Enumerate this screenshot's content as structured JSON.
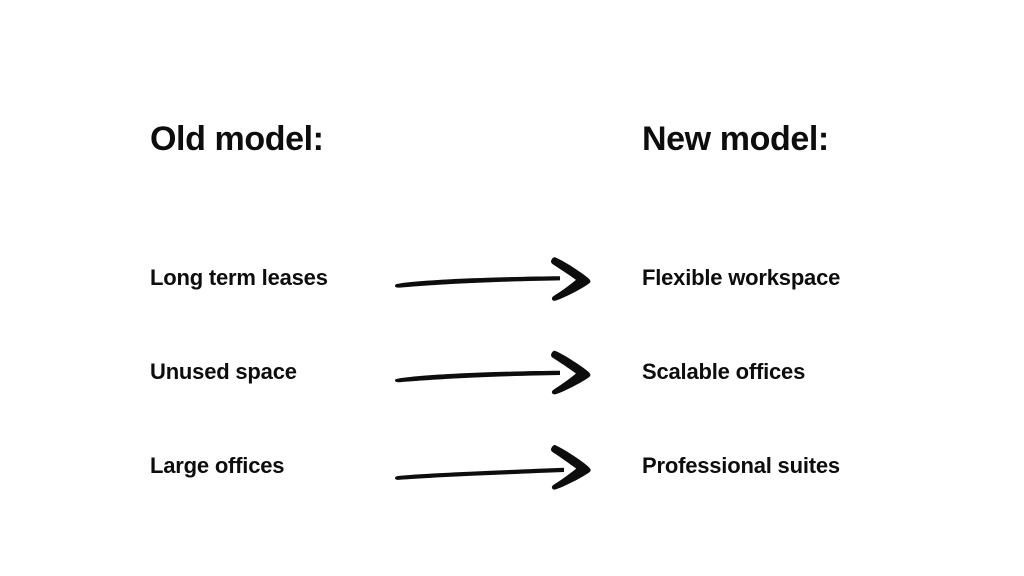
{
  "slide": {
    "background_color": "#ffffff",
    "ink_color": "#0d0d0d",
    "headings": {
      "old": "Old model:",
      "new": "New model:"
    },
    "rows": [
      {
        "old": "Long term leases",
        "new": "Flexible workspace",
        "connector": "arrow-right-hand-drawn"
      },
      {
        "old": "Unused space",
        "new": "Scalable offices",
        "connector": "arrow-right-hand-drawn"
      },
      {
        "old": "Large offices",
        "new": "Professional suites",
        "connector": "arrow-right-hand-drawn"
      }
    ]
  }
}
